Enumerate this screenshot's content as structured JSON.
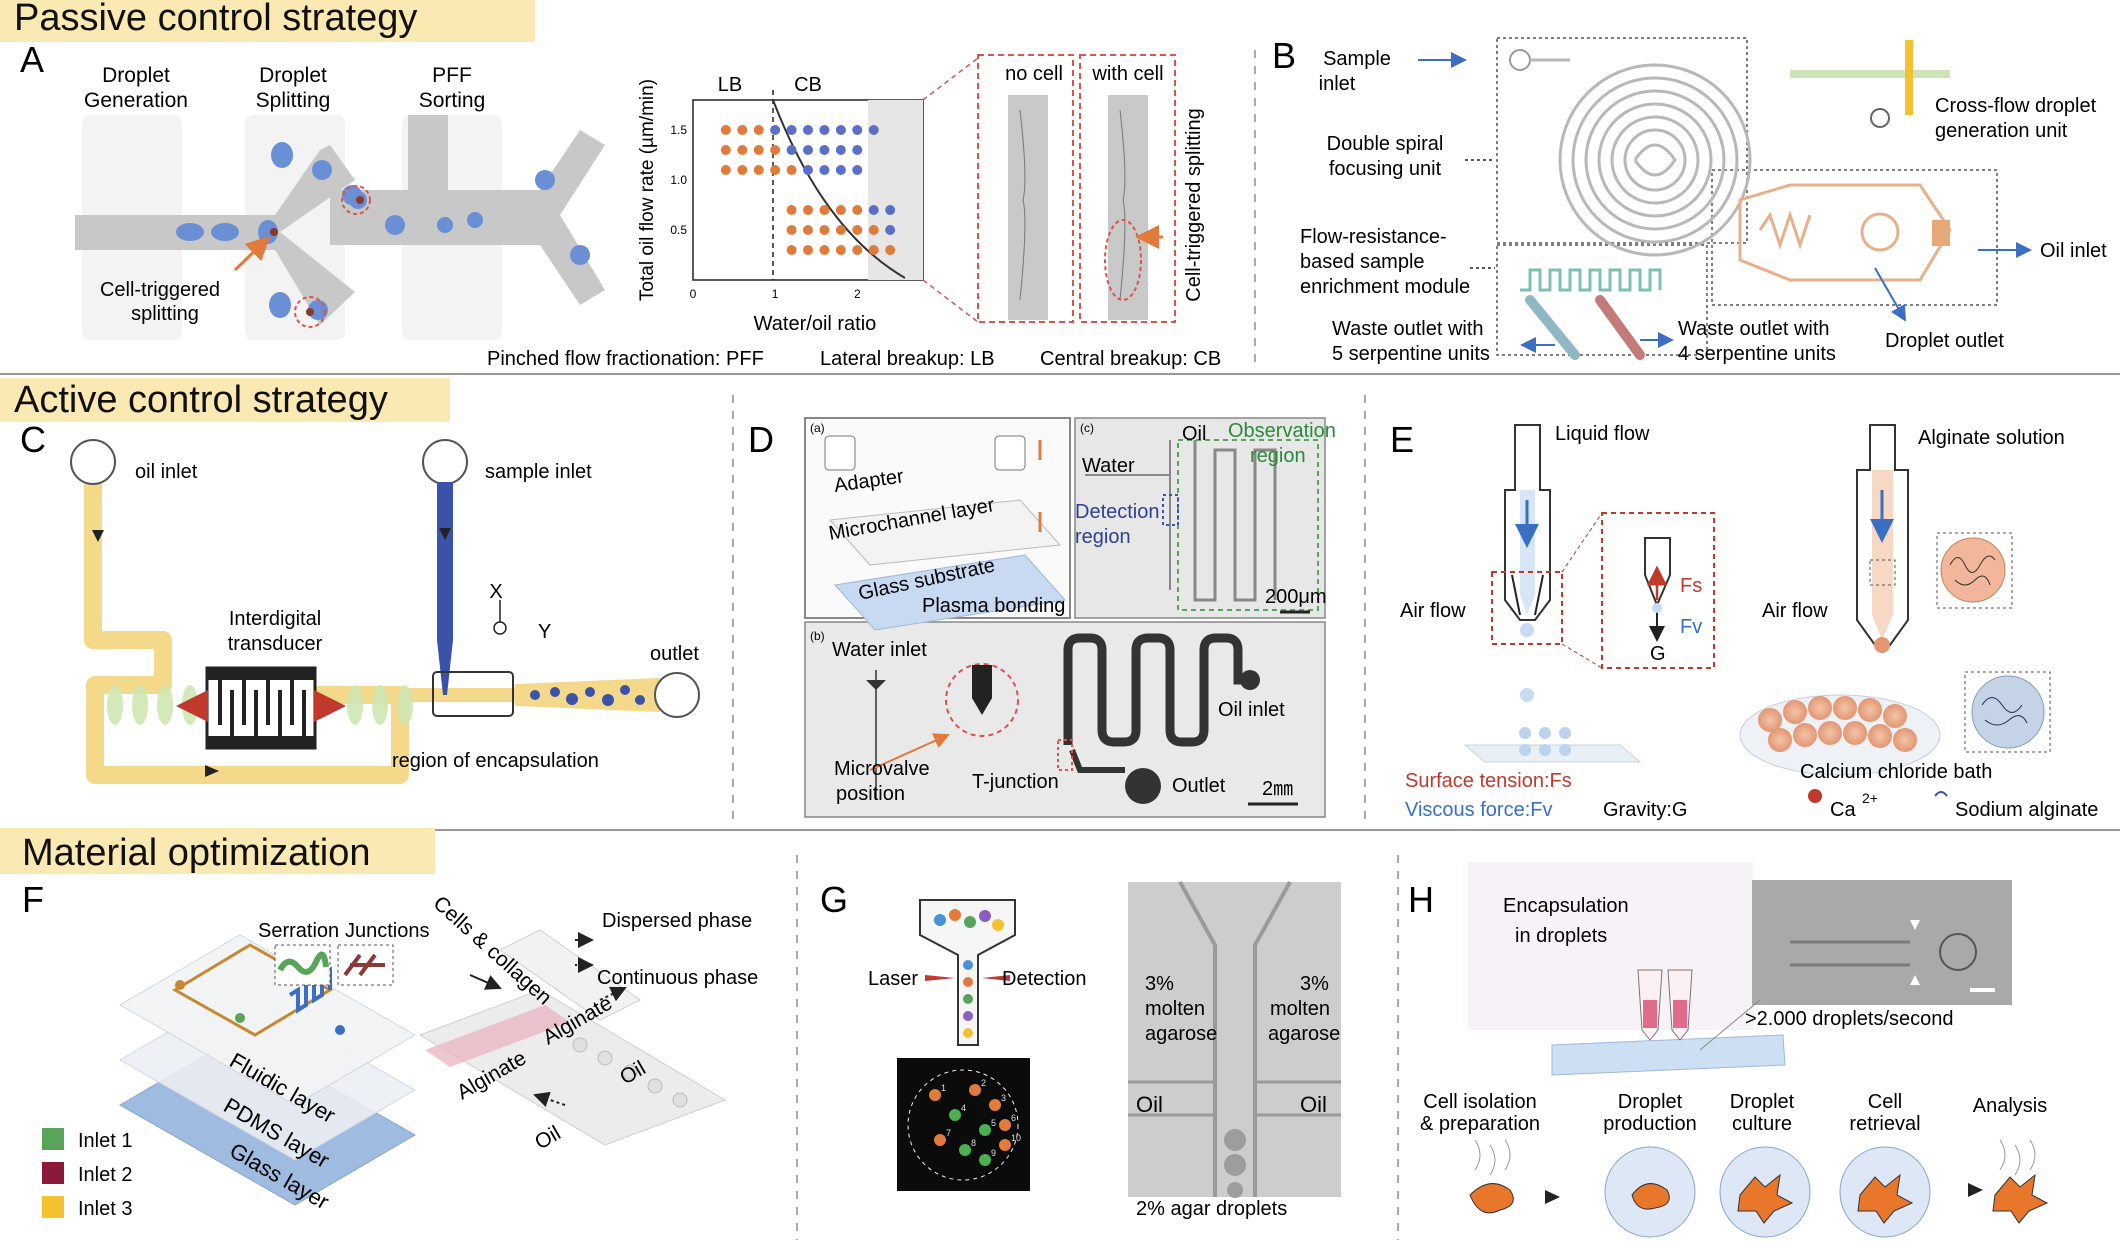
{
  "sections": {
    "passive": "Passive control strategy",
    "active": "Active control strategy",
    "material": "Material optimization"
  },
  "colors": {
    "banner": "#fbe9b4",
    "orange": "#e07b3c",
    "blue": "#6a8fd4",
    "dark_blue": "#3a53a8",
    "agarose_gray": "#bdbdbd",
    "yellow_channel": "#f5d98a"
  },
  "panelA": {
    "letter": "A",
    "stage_1": [
      "Droplet",
      "Generation"
    ],
    "stage_2": [
      "Droplet",
      "Splitting"
    ],
    "stage_3": [
      "PFF",
      "Sorting"
    ],
    "cell_split": [
      "Cell-triggered",
      "splitting"
    ],
    "region_lb": "LB",
    "region_cb": "CB",
    "no_cell": "no cell",
    "with_cell": "with cell",
    "vertical_label": "Cell-triggered splitting",
    "footer_pff": "Pinched flow fractionation: PFF",
    "footer_lb": "Lateral breakup: LB",
    "footer_cb": "Central breakup: CB"
  },
  "chart_data": {
    "type": "scatter",
    "xlabel": "Water/oil ratio",
    "ylabel": "Total oil flow rate (µm/min)",
    "x_ticks": [
      "0",
      "1",
      "2"
    ],
    "y_ticks": [
      "0.5",
      "1.0",
      "1.5"
    ],
    "xlim": [
      0,
      2.8
    ],
    "ylim": [
      0,
      1.8
    ],
    "series": [
      {
        "name": "LB",
        "color": "#e07b3c",
        "points": [
          [
            0.4,
            1.5
          ],
          [
            0.6,
            1.5
          ],
          [
            0.8,
            1.5
          ],
          [
            0.4,
            1.3
          ],
          [
            0.6,
            1.3
          ],
          [
            0.8,
            1.3
          ],
          [
            1.0,
            1.3
          ],
          [
            0.4,
            1.1
          ],
          [
            0.6,
            1.1
          ],
          [
            0.8,
            1.1
          ],
          [
            1.0,
            1.1
          ],
          [
            1.2,
            1.1
          ],
          [
            1.2,
            0.7
          ],
          [
            1.4,
            0.7
          ],
          [
            1.6,
            0.7
          ],
          [
            1.8,
            0.7
          ],
          [
            2.0,
            0.7
          ],
          [
            1.2,
            0.5
          ],
          [
            1.4,
            0.5
          ],
          [
            1.6,
            0.5
          ],
          [
            1.8,
            0.5
          ],
          [
            2.0,
            0.5
          ],
          [
            2.2,
            0.5
          ],
          [
            1.2,
            0.3
          ],
          [
            1.4,
            0.3
          ],
          [
            1.6,
            0.3
          ],
          [
            1.8,
            0.3
          ],
          [
            2.0,
            0.3
          ],
          [
            2.2,
            0.3
          ],
          [
            2.4,
            0.3
          ]
        ]
      },
      {
        "name": "CB",
        "color": "#5a6fc9",
        "points": [
          [
            1.0,
            1.5
          ],
          [
            1.2,
            1.5
          ],
          [
            1.4,
            1.5
          ],
          [
            1.6,
            1.5
          ],
          [
            1.8,
            1.5
          ],
          [
            2.0,
            1.5
          ],
          [
            2.2,
            1.5
          ],
          [
            1.2,
            1.3
          ],
          [
            1.4,
            1.3
          ],
          [
            1.6,
            1.3
          ],
          [
            1.8,
            1.3
          ],
          [
            2.0,
            1.3
          ],
          [
            1.4,
            1.1
          ],
          [
            1.6,
            1.1
          ],
          [
            1.8,
            1.1
          ],
          [
            2.0,
            1.1
          ],
          [
            2.2,
            0.7
          ],
          [
            2.4,
            0.7
          ],
          [
            2.4,
            0.5
          ]
        ]
      }
    ]
  },
  "panelB": {
    "letter": "B",
    "sample_inlet": [
      "Sample",
      "inlet"
    ],
    "spiral": [
      "Double spiral",
      "focusing unit"
    ],
    "enrichment": [
      "Flow-resistance-",
      "based sample",
      "enrichment module"
    ],
    "waste5": [
      "Waste outlet with",
      "5 serpentine units"
    ],
    "waste4": [
      "Waste outlet with",
      "4 serpentine units"
    ],
    "crossflow": [
      "Cross-flow droplet",
      "generation unit"
    ],
    "oil_inlet": "Oil inlet",
    "droplet_outlet": "Droplet outlet"
  },
  "panelC": {
    "letter": "C",
    "oil_inlet": "oil inlet",
    "sample_inlet": "sample inlet",
    "idt": [
      "Interdigital",
      "transducer"
    ],
    "x_axis": "X",
    "y_axis": "Y",
    "outlet": "outlet",
    "encapsulation": "region of encapsulation"
  },
  "panelD": {
    "letter": "D",
    "sub_a": "(a)",
    "sub_b": "(b)",
    "sub_c": "(c)",
    "adapter": "Adapter",
    "microchannel": "Microchannel layer",
    "glass": "Glass substrate",
    "plasma": "Plasma bonding",
    "oil": "Oil",
    "observation": [
      "Observation",
      "region"
    ],
    "water": "Water",
    "detection": [
      "Detection",
      "region"
    ],
    "scale_200": "200μm",
    "water_inlet": "Water inlet",
    "oil_inlet": "Oil inlet",
    "microvalve": [
      "Microvalve",
      "position"
    ],
    "tjunction": "T-junction",
    "outlet": "Outlet",
    "scale_2mm": "2㎜"
  },
  "panelE": {
    "letter": "E",
    "liquid_flow": "Liquid flow",
    "air_flow_1": "Air flow",
    "fs": "Fs",
    "fv": "Fv",
    "g": "G",
    "surface_tension": "Surface tension:Fs",
    "viscous": "Viscous force:Fv",
    "gravity": "Gravity:G",
    "alginate": "Alginate solution",
    "air_flow_2": "Air flow",
    "bath": "Calcium chloride bath",
    "ca": "Ca",
    "ca_sup": "2+",
    "sodium": "Sodium alginate"
  },
  "panelF": {
    "letter": "F",
    "serration": "Serration",
    "junctions": "Junctions",
    "fluidic": "Fluidic layer",
    "pdms": "PDMS layer",
    "glass": "Glass layer",
    "inlet1": "Inlet 1",
    "inlet2": "Inlet 2",
    "inlet3": "Inlet 3",
    "inlet1_color": "#5aa35a",
    "inlet2_color": "#8b1a3a",
    "inlet3_color": "#f2c230",
    "cells": "Cells & collagen",
    "alginate_a": "Alginate",
    "alginate_b": "Alginate",
    "oil_a": "Oil",
    "oil_b": "Oil",
    "dispersed": "Dispersed phase",
    "continuous": "Continuous phase"
  },
  "panelG": {
    "letter": "G",
    "laser": "Laser",
    "detection": "Detection",
    "molten_left": [
      "3%",
      "molten",
      "agarose"
    ],
    "molten_right": [
      "3%",
      "molten",
      "agarose"
    ],
    "oil_left": "Oil",
    "oil_right": "Oil",
    "agar": "2% agar droplets",
    "dots": [
      "1",
      "2",
      "3",
      "4",
      "5",
      "6",
      "7",
      "8",
      "9",
      "10"
    ]
  },
  "panelH": {
    "letter": "H",
    "encapsulation": [
      "Encapsulation",
      "in droplets"
    ],
    "rate": ">2.000 droplets/second",
    "steps": [
      [
        "Cell isolation",
        "& preparation"
      ],
      [
        "Droplet",
        "production"
      ],
      [
        "Droplet",
        "culture"
      ],
      [
        "Cell",
        "retrieval"
      ],
      [
        "Analysis"
      ]
    ]
  }
}
